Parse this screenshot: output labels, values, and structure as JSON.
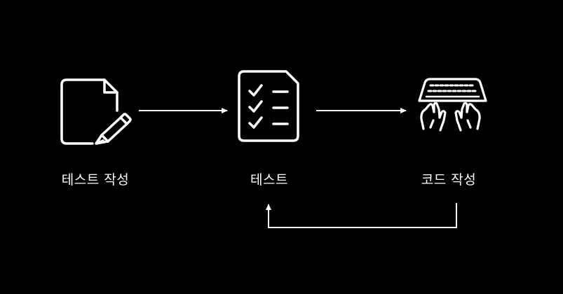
{
  "diagram": {
    "background": "#000000",
    "stroke_color": "#ffffff",
    "nodes": [
      {
        "id": "write-test",
        "label": "테스트 작성",
        "icon": "document-pen-icon"
      },
      {
        "id": "test",
        "label": "테스트",
        "icon": "checklist-icon"
      },
      {
        "id": "write-code",
        "label": "코드 작성",
        "icon": "keyboard-typing-icon"
      }
    ],
    "edges": [
      {
        "from": "write-test",
        "to": "test"
      },
      {
        "from": "test",
        "to": "write-code"
      },
      {
        "from": "write-code",
        "to": "test"
      }
    ]
  }
}
